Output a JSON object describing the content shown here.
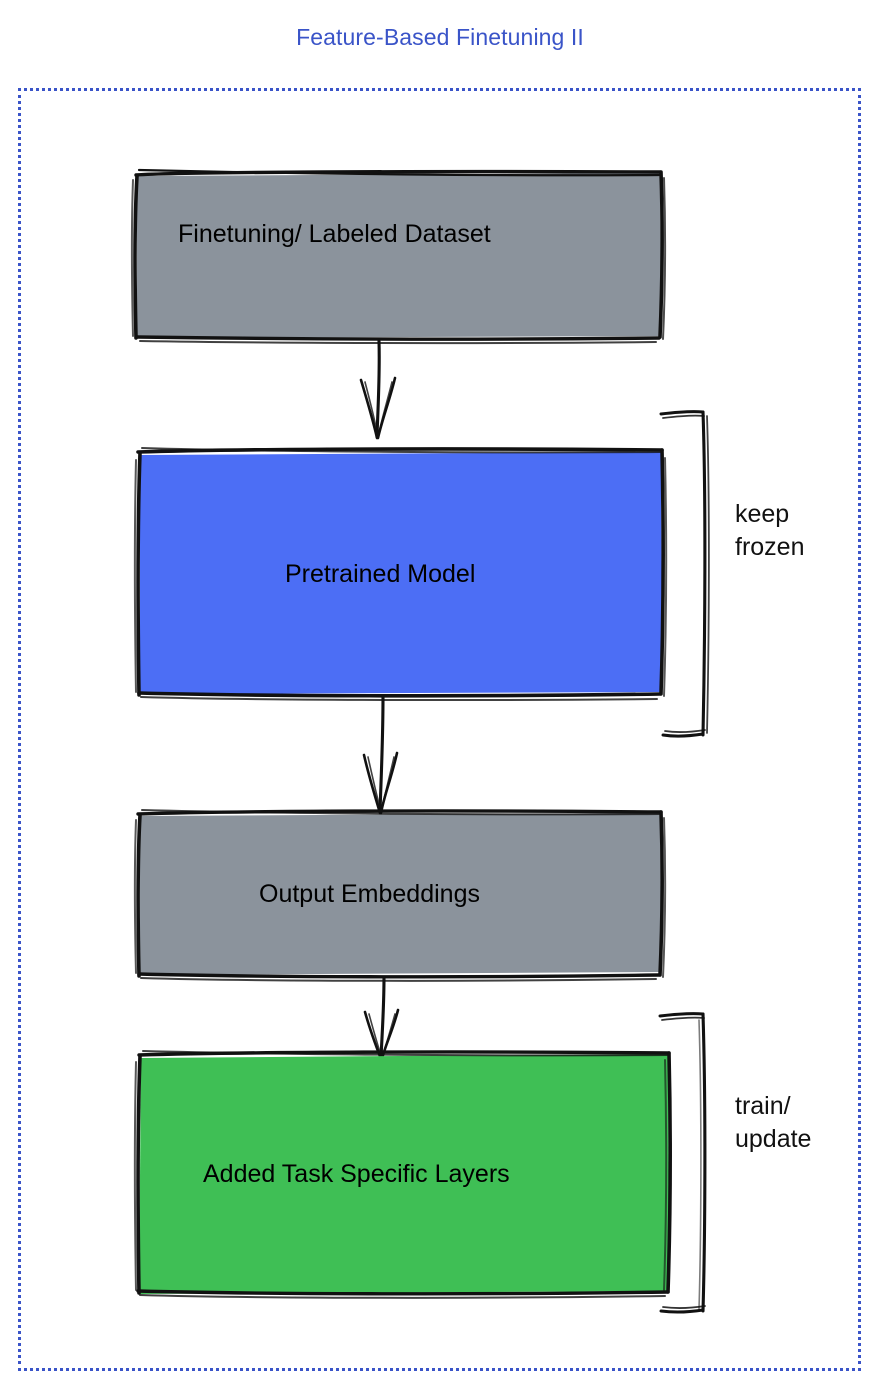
{
  "diagram": {
    "title": "Feature-Based Finetuning II",
    "title_color": "#3a54c8",
    "frame": {
      "style": "dotted",
      "color": "#3a54c8"
    },
    "nodes": [
      {
        "id": "dataset",
        "label": "Finetuning/ Labeled Dataset",
        "fill": "#8b939c",
        "stroke": "#000000"
      },
      {
        "id": "pretrained-model",
        "label": "Pretrained Model",
        "fill": "#4c6ef5",
        "stroke": "#000000"
      },
      {
        "id": "output-embeddings",
        "label": "Output Embeddings",
        "fill": "#8b939c",
        "stroke": "#000000"
      },
      {
        "id": "task-layers",
        "label": "Added Task Specific Layers",
        "fill": "#3fbf55",
        "stroke": "#000000"
      }
    ],
    "annotations": [
      {
        "id": "keep-frozen",
        "label": "keep\nfrozen",
        "target": "pretrained-model"
      },
      {
        "id": "train-update",
        "label": "train/\nupdate",
        "target": "task-layers"
      }
    ],
    "edges": [
      {
        "from": "dataset",
        "to": "pretrained-model",
        "style": "arrow-down"
      },
      {
        "from": "pretrained-model",
        "to": "output-embeddings",
        "style": "arrow-down"
      },
      {
        "from": "output-embeddings",
        "to": "task-layers",
        "style": "arrow-down"
      }
    ]
  }
}
